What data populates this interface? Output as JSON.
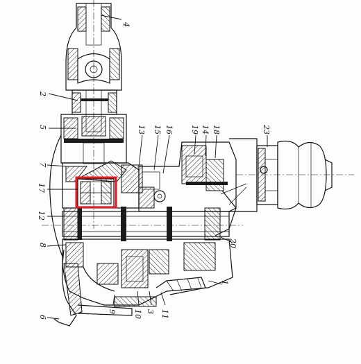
{
  "labels": {
    "l1": "1",
    "l2": "2",
    "l3": "3",
    "l4": "4",
    "l5": "5",
    "l6": "6",
    "l7": "7",
    "l8": "8",
    "l9": "9",
    "l10": "10",
    "l11": "11",
    "l12": "12",
    "l13": "13",
    "l14": "14",
    "l15": "15",
    "l16": "16",
    "l17": "17",
    "l18": "18",
    "l19": "19",
    "l20": "20",
    "l23": "23"
  },
  "colors": {
    "ink": "#111111",
    "highlight": "#e01b24",
    "paper": "#fdfdfd"
  }
}
